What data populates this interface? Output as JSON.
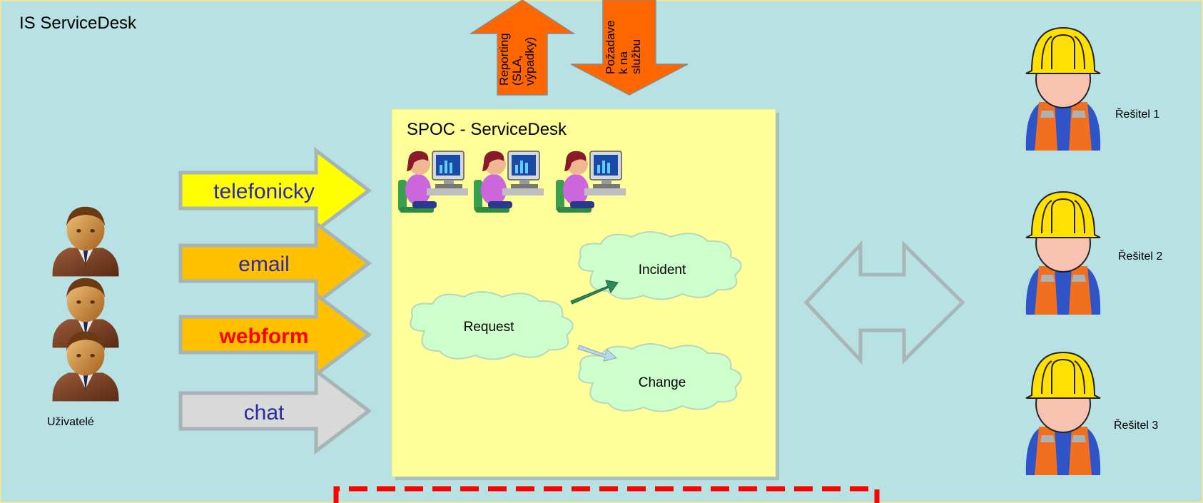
{
  "diagram": {
    "title": "IS ServiceDesk",
    "users_label": "Uživatelé",
    "channels": [
      {
        "label": "telefonicky",
        "fill": "#ffff00",
        "text_color": "#2a2aa8",
        "bold": false
      },
      {
        "label": "email",
        "fill": "#ffc000",
        "text_color": "#2a2aa8",
        "bold": false
      },
      {
        "label": "webform",
        "fill": "#ffc000",
        "text_color": "#ff0000",
        "bold": true
      },
      {
        "label": "chat",
        "fill": "#d9d9d9",
        "text_color": "#2a2aa8",
        "bold": false
      }
    ],
    "top_arrows": [
      {
        "label": "Reporting (SLA, výpadky)",
        "lines": [
          "Reporting",
          "(SLA,",
          "výpadky)"
        ],
        "direction": "up"
      },
      {
        "label": "Požadavek na službu",
        "lines": [
          "Požadave",
          "k na",
          "službu"
        ],
        "direction": "down"
      }
    ],
    "spoc_title": "SPOC - ServiceDesk",
    "clouds": {
      "request": "Request",
      "incident": "Incident",
      "change": "Change"
    },
    "resolvers": [
      "Řešitel 1",
      "Řešitel 2",
      "Řešitel 3"
    ],
    "colors": {
      "background": "#b7e1e3",
      "background_border": "#e8e6a0",
      "spoc_box": "#ffff99",
      "cloud": "#ccffcc",
      "arrow_orange": "#ff6600",
      "dashed_border": "#ff0000",
      "double_arrow": "#a8b6b8"
    }
  }
}
